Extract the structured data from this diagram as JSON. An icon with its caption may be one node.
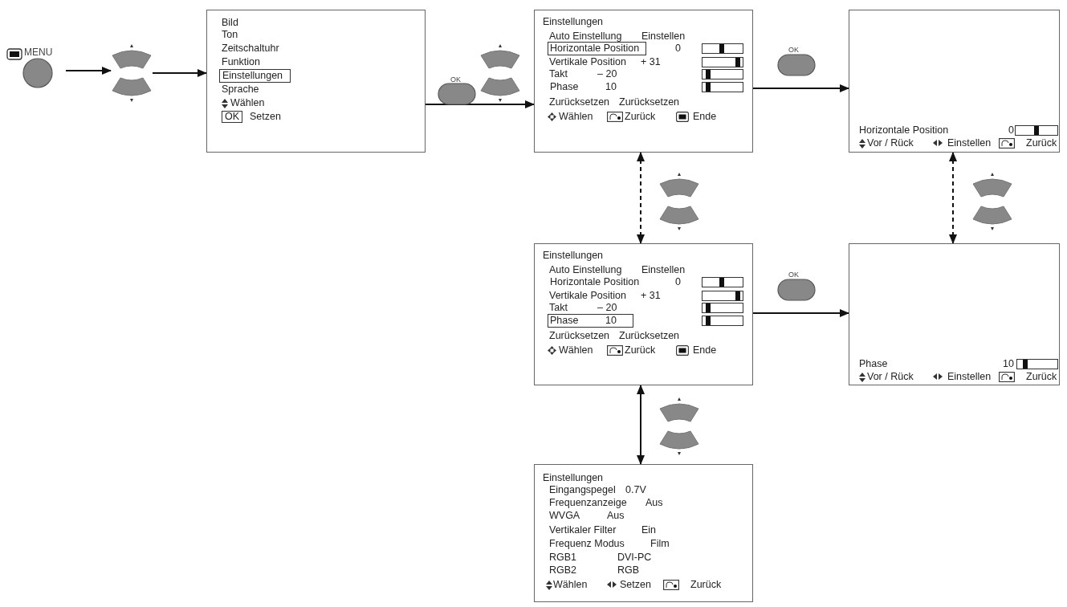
{
  "diagram": {
    "nodes": [
      {
        "text": [
          "MENU"
        ]
      },
      {
        "text": [],
        "shape": "picture"
      },
      {
        "text": [
          "Bild",
          "Ton",
          "Zeitschaltuhr",
          "Funktion",
          "Einstellungen",
          "Sprache",
          "Wählen",
          "OK",
          "Setzen"
        ]
      },
      {
        "text": [
          "Einstellungen",
          "Auto Einstellung",
          "Einstellen",
          "Horizontale Position",
          "0",
          "Vertikale Position",
          "+ 31",
          "Takt",
          "– 20",
          "Phase",
          "10",
          "Zurücksetzen",
          "Zurücksetzen",
          "Wählen",
          "Zurück",
          "Ende"
        ]
      },
      {
        "text": [
          "Horizontale Position",
          "0",
          "Vor / Rück",
          "Einstellen",
          "Zurück"
        ]
      },
      {
        "text": [
          "Einstellungen",
          "Auto Einstellung",
          "Einstellen",
          "Horizontale Position",
          "0",
          "Vertikale Position",
          "+ 31",
          "Takt",
          "– 20",
          "Phase",
          "10",
          "Zurücksetzen",
          "Zurücksetzen",
          "Wählen",
          "Zurück",
          "Ende"
        ]
      },
      {
        "text": [
          "Phase",
          "10",
          "Vor / Rück",
          "Einstellen",
          "Zurück"
        ]
      },
      {
        "text": [
          "Einstellungen",
          "Eingangspegel",
          "0.7V",
          "Frequenzanzeige",
          "Aus",
          "WVGA",
          "Aus",
          "Vertikaler Filter",
          "Ein",
          "Frequenz Modus",
          "Film",
          "RGB1",
          "DVI-PC",
          "RGB2",
          "RGB",
          "Wählen",
          "Setzen",
          "Zurück"
        ]
      }
    ],
    "edges": [
      {
        "from": 0,
        "to": 1,
        "arrow": "to"
      },
      {
        "from": 1,
        "to": 2,
        "arrow": "to"
      },
      {
        "from": 2,
        "to": 3,
        "arrow": "to"
      },
      {
        "from": 3,
        "to": 4,
        "arrow": "to"
      },
      {
        "from": 3,
        "to": 5,
        "arrow": "both",
        "style": "dashed"
      },
      {
        "from": 4,
        "to": 6,
        "arrow": "both",
        "style": "dashed"
      },
      {
        "from": 5,
        "to": 6,
        "arrow": "to"
      },
      {
        "from": 5,
        "to": 7,
        "arrow": "both"
      }
    ],
    "labels": [
      "OK",
      "OK",
      "OK"
    ]
  }
}
